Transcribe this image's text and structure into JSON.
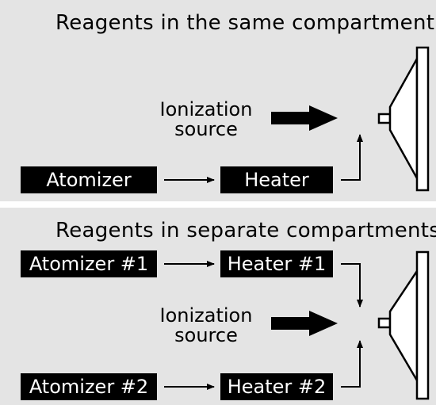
{
  "same_compartment": {
    "title": "Reagents in the same compartment",
    "ionization_line1": "Ionization",
    "ionization_line2": "source",
    "atomizer": "Atomizer",
    "heater": "Heater"
  },
  "separate_compartments": {
    "title": "Reagents in separate compartments",
    "atomizer_1": "Atomizer #1",
    "heater_1": "Heater #1",
    "ionization_line1": "Ionization",
    "ionization_line2": "source",
    "atomizer_2": "Atomizer #2",
    "heater_2": "Heater #2"
  },
  "colors": {
    "panel_background": "#e4e4e4",
    "box_fill": "#000000",
    "box_text": "#ffffff"
  }
}
